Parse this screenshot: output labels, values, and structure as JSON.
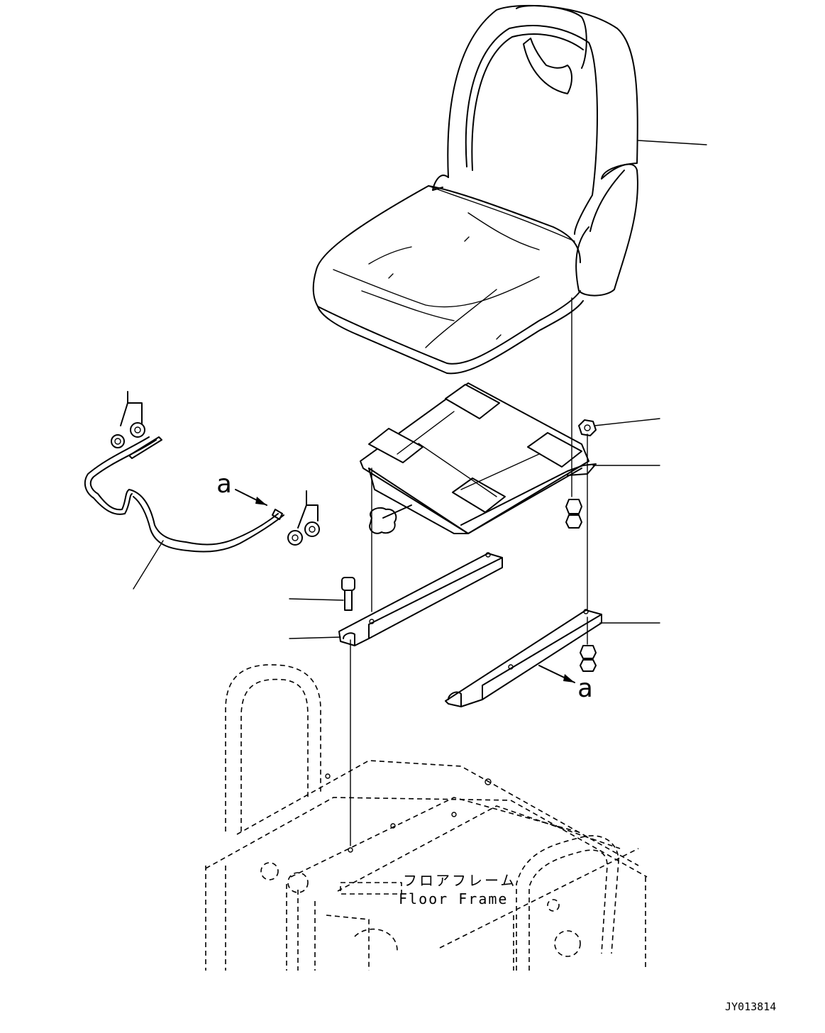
{
  "labels": {
    "callout_a_upper": "a",
    "callout_a_lower": "a",
    "floor_frame_jp": "フロアフレーム",
    "floor_frame_en": "Floor Frame",
    "drawing_number": "JY013814"
  }
}
